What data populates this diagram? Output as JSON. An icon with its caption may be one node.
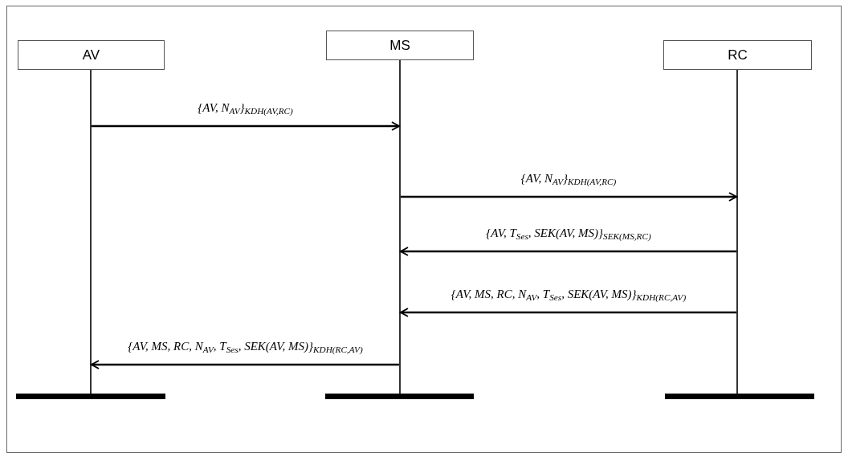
{
  "diagram": {
    "nodes": [
      {
        "text": [
          "AV"
        ]
      },
      {
        "text": [
          "MS"
        ]
      },
      {
        "text": [
          "RC"
        ]
      },
      {
        "text": [],
        "shape": "line"
      },
      {
        "text": [],
        "shape": "line"
      },
      {
        "text": [],
        "shape": "line"
      },
      {
        "text": [],
        "shape": "bar"
      },
      {
        "text": [],
        "shape": "bar"
      },
      {
        "text": [],
        "shape": "bar"
      }
    ],
    "edges": [
      {
        "from": 3,
        "to": 4,
        "arrow": "to",
        "label": "{AV, N$_{AV}$}$_{K}$$_{DH(AV,RC)}$"
      },
      {
        "from": 4,
        "to": 5,
        "arrow": "to",
        "label": "{AV, N$_{AV}$}$_{K}$$_{DH(AV,RC)}$"
      },
      {
        "from": 5,
        "to": 4,
        "arrow": "to",
        "label": "{AV, T$_{Ses}$, SEK(AV, MS)}$_{SEK(MS,RC)}$"
      },
      {
        "from": 5,
        "to": 4,
        "arrow": "to",
        "label": "{AV, MS, RC, N$_{AV}$, T$_{Ses}$, SEK(AV, MS)}$_{K}$$_{DH(RC,AV)}$"
      },
      {
        "from": 4,
        "to": 3,
        "arrow": "to",
        "label": "{AV, MS, RC, N$_{AV}$, T$_{Ses}$, SEK(AV, MS)}$_{K}$$_{DH(RC,AV)}$"
      }
    ]
  }
}
